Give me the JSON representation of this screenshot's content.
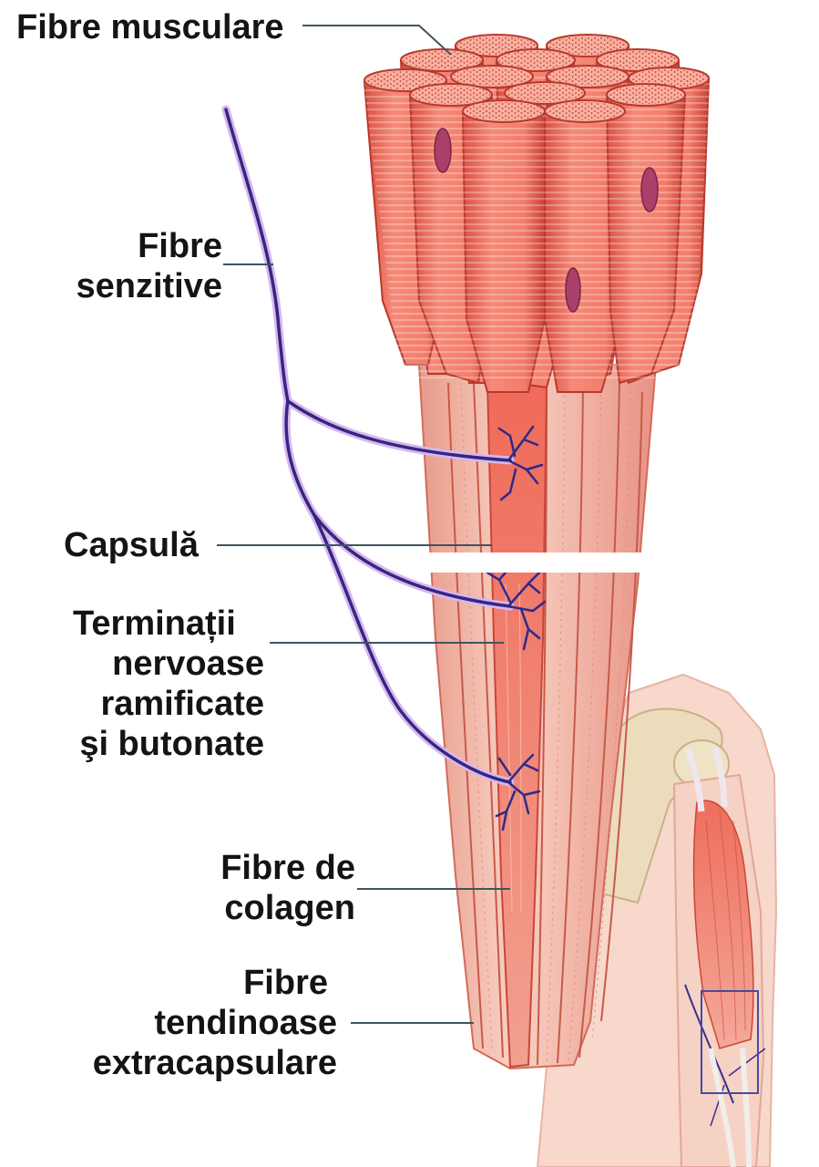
{
  "labels": {
    "fibre_musculare": "Fibre musculare",
    "fibre_senzitive": [
      "Fibre",
      "senzitive"
    ],
    "capsula": "Capsulă",
    "terminatii": [
      "Terminații",
      "nervoase",
      "ramificate",
      "şi butonate"
    ],
    "fibre_colagen": [
      "Fibre de",
      "colagen"
    ],
    "fibre_tendinoase": [
      "Fibre",
      "tendinoase",
      "extracapsulare"
    ]
  },
  "colors": {
    "muscle": "#f07a6a",
    "muscle_dark": "#c9463a",
    "tendon": "#f6c3b4",
    "nerve": "#3a2f8f",
    "nerve_glow": "#c9a6e8",
    "skin": "#f7d6c8",
    "bone": "#ead8b8",
    "leader": "#3f5560"
  }
}
